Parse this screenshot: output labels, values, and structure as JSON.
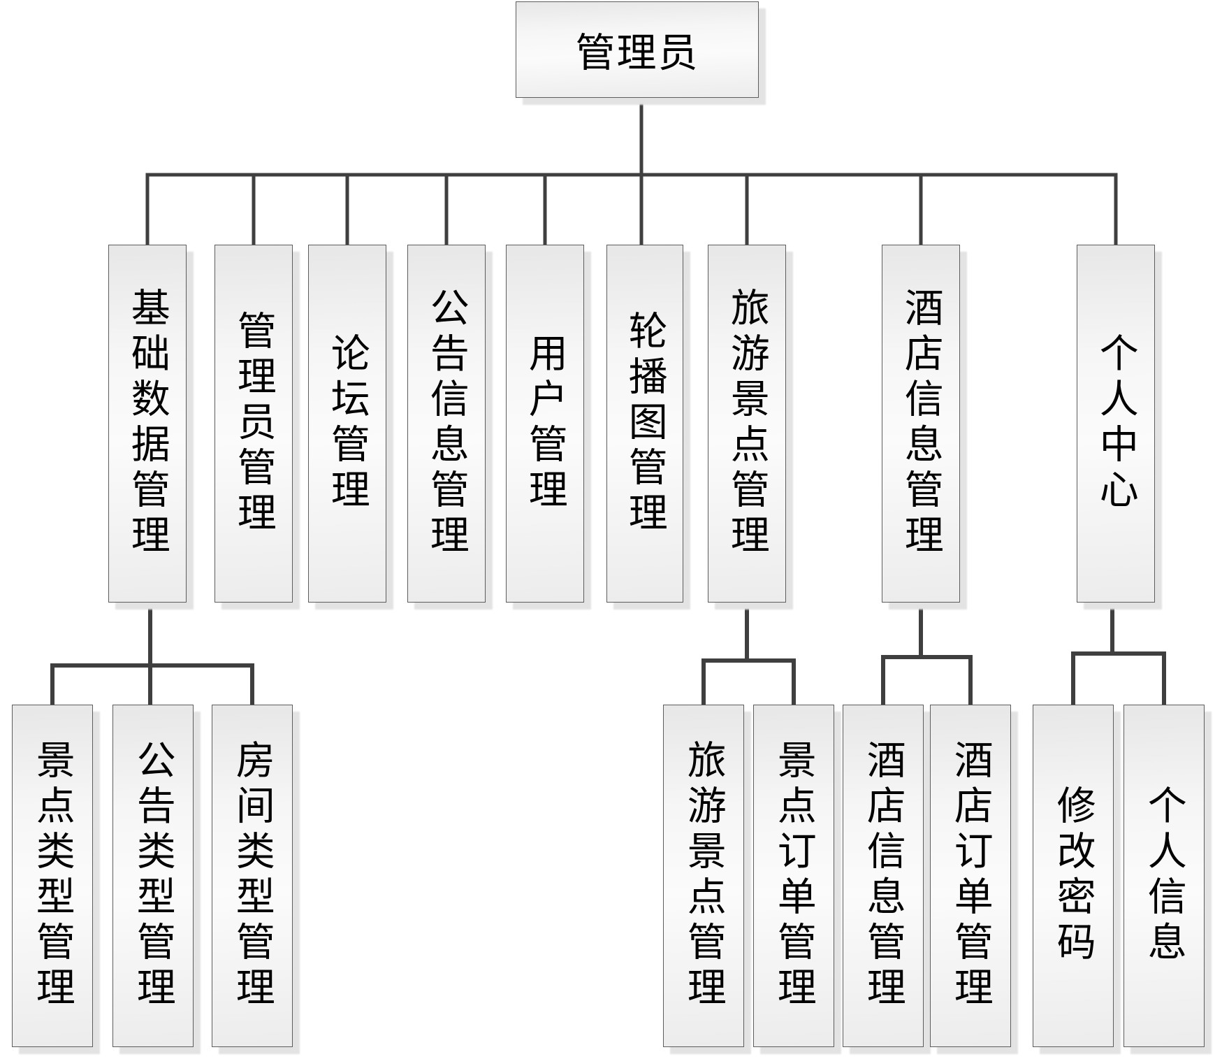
{
  "colors": {
    "connector": "#3f3f3f",
    "box_border": "#5d5d5d",
    "box_fill_top": "#e7e7e7",
    "box_fill_bottom": "#ececec",
    "box_shadow": "#e3e3e3",
    "text": "#000000",
    "background": "#ffffff"
  },
  "tree": {
    "root": {
      "label": "管理员",
      "children": [
        {
          "label": "基础数据管理",
          "children": [
            {
              "label": "景点类型管理"
            },
            {
              "label": "公告类型管理"
            },
            {
              "label": "房间类型管理"
            }
          ]
        },
        {
          "label": "管理员管理",
          "children": []
        },
        {
          "label": "论坛管理",
          "children": []
        },
        {
          "label": "公告信息管理",
          "children": []
        },
        {
          "label": "用户管理",
          "children": []
        },
        {
          "label": "轮播图管理",
          "children": []
        },
        {
          "label": "旅游景点管理",
          "children": [
            {
              "label": "旅游景点管理"
            },
            {
              "label": "景点订单管理"
            }
          ]
        },
        {
          "label": "酒店信息管理",
          "children": [
            {
              "label": "酒店信息管理"
            },
            {
              "label": "酒店订单管理"
            }
          ]
        },
        {
          "label": "个人中心",
          "children": [
            {
              "label": "修改密码"
            },
            {
              "label": "个人信息"
            }
          ]
        }
      ]
    }
  }
}
